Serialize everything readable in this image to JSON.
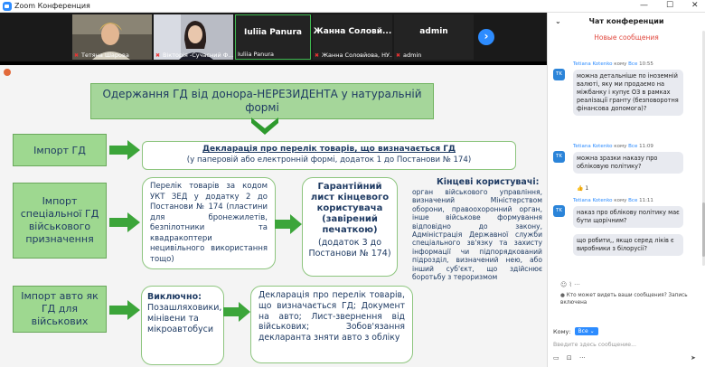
{
  "window": {
    "title": "Zoom Конференция"
  },
  "participants": [
    {
      "name": "Тетяна Шарова",
      "muted": true
    },
    {
      "name": "Вікторія -Сучасний Ф...",
      "muted": true
    },
    {
      "name": "Iuliia Panura",
      "label": "Iuliia Panura",
      "muted": false
    },
    {
      "name": "Жанна Соловйова, НУ...",
      "label": "Жанна Соловй...",
      "muted": true
    },
    {
      "name": "admin",
      "label": "admin",
      "muted": true
    }
  ],
  "slide": {
    "title": "Одержання ГД від донора-НЕРЕЗИДЕНТА у натуральній формі",
    "row1": {
      "label": "Імпорт ГД",
      "decl_title": "Декларація про перелік товарів, що визначається ГД",
      "decl_sub": "(у паперовій або електронній формі, додаток 1 до Постанови № 174)"
    },
    "row2": {
      "label": "Імпорт спеціальної ГД військового призначення",
      "list_text": "Перелік товарів за кодом УКТ ЗЕД у додатку 2 до Постанови № 174 (пластини для бронежилетів, безпілотники та квадракоптери нецивільного використання тощо)",
      "guarantee_title": "Гарантійний лист кінцевого користувача (завірений печаткою)",
      "guarantee_sub": "(додаток 3 до Постанови № 174)",
      "end_users_title": "Кінцеві користувачі:",
      "end_users_text": "орган військового управління, визначений Міністерством оборони, правоохоронний орган, інше військове формування відповідно до закону, Адміністрація Державної служби спеціального зв'язку та захисту інформації чи підпорядкований підрозділ, визначений нею, або інший суб'єкт, що здійснює боротьбу з тероризмом"
    },
    "row3": {
      "label": "Імпорт авто як ГД для військових",
      "except_title": "Виключно:",
      "except_text": "Позашляховики, мінівени та мікроавтобуси",
      "docs": "Декларація про перелік товарів, що визначається ГД; Документ на авто; Лист-звернення від військових; Зобов'язання декларанта зняти авто з обліку"
    }
  },
  "chat": {
    "title": "Чат конференции",
    "new_messages": "Новые сообщения",
    "messages": [
      {
        "sender": "Tetiana Kotenko",
        "to_label": "кому",
        "to": "Все",
        "time": "10:55",
        "initials": "TK",
        "text": "можна детальніше по іноземній валюті, яку ми продаємо на міжбанку і купує ОЗ в рамках реалізації гранту (безповоротня фінансова допомога)?"
      },
      {
        "sender": "Tetiana Kotenko",
        "to_label": "кому",
        "to": "Все",
        "time": "11:09",
        "initials": "TK",
        "text": "можна зразки наказу про обліковую політику?",
        "reaction": "👍 1"
      },
      {
        "sender": "Tetiana Kotenko",
        "to_label": "кому",
        "to": "Все",
        "time": "11:11",
        "initials": "TK",
        "text": "наказ про облікову політику має бути щорічним?",
        "text2": "що робити,, якщо серед ліків є виробники з білорусії?"
      }
    ],
    "who_sees": "Кто может видеть ваши сообщения? Запись включена",
    "to_label": "Кому:",
    "to_value": "Все",
    "input_placeholder": "Введите здесь сообщение...",
    "colors": {
      "accent": "#2d8cff",
      "avatar": "#2b84d9",
      "new": "#e0473d"
    }
  }
}
